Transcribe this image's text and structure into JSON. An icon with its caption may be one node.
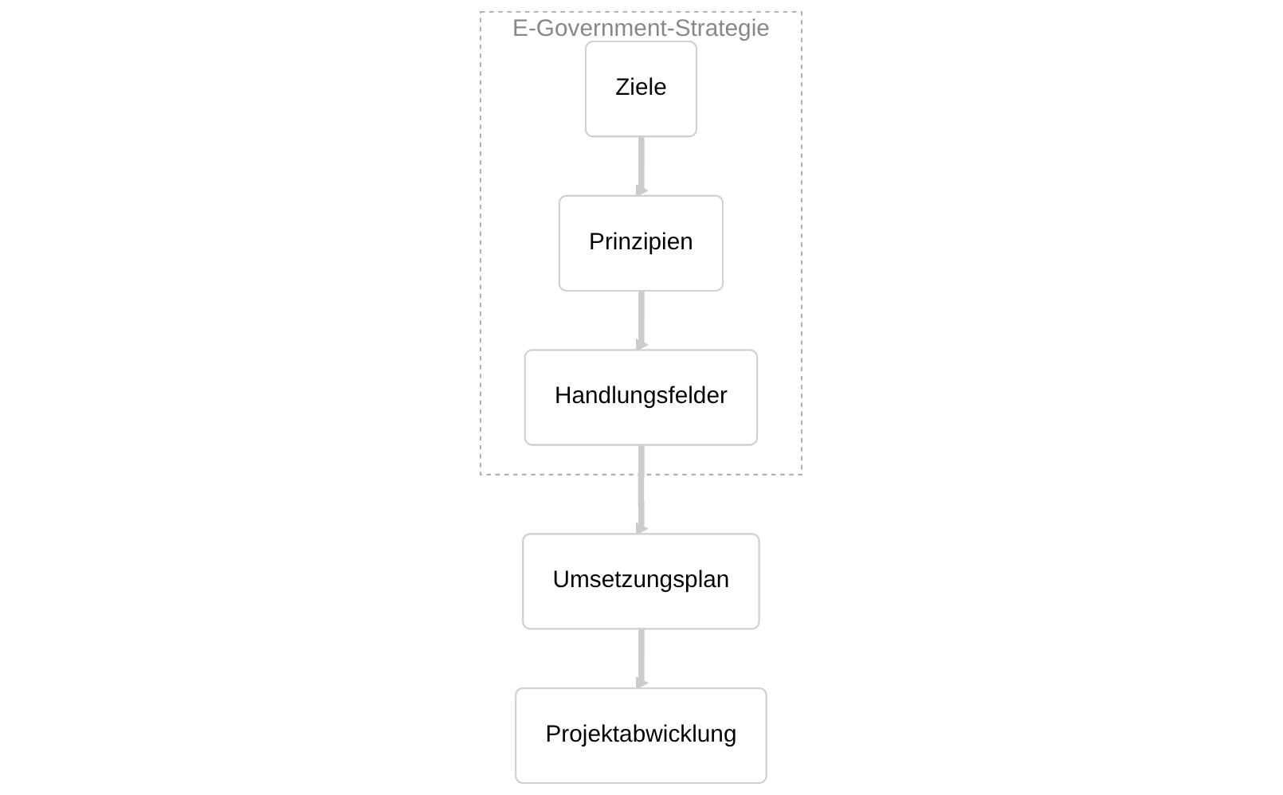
{
  "diagram": {
    "nodes": [
      {
        "text": [
          "E-Government-Strategie"
        ]
      },
      {
        "text": [
          "Ziele"
        ],
        "in": 0
      },
      {
        "text": [
          "Prinzipien"
        ],
        "in": 0
      },
      {
        "text": [
          "Handlungsfelder"
        ],
        "in": 0
      },
      {
        "text": [
          "Umsetzungsplan"
        ]
      },
      {
        "text": [
          "Projektabwicklung"
        ]
      }
    ],
    "edges": [
      {
        "from": 1,
        "to": 2,
        "arrow": "to"
      },
      {
        "from": 2,
        "to": 3,
        "arrow": "to"
      },
      {
        "from": 3,
        "to": 4,
        "arrow": "to"
      },
      {
        "from": 4,
        "to": 5,
        "arrow": "to"
      }
    ]
  }
}
